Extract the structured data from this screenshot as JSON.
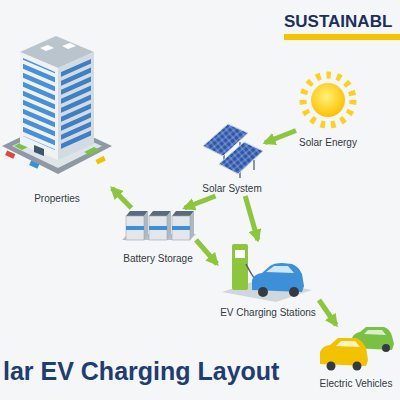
{
  "diagram": {
    "title": "lar EV Charging Layout",
    "nodes": [
      {
        "text": [
          "Solar Energy"
        ]
      },
      {
        "text": [
          "Solar System"
        ]
      },
      {
        "text": [
          "Properties"
        ]
      },
      {
        "text": [
          "Battery Storage"
        ]
      },
      {
        "text": [
          "EV Charging Stations"
        ]
      },
      {
        "text": [
          "Electric Vehicles"
        ]
      }
    ],
    "edges": [
      {
        "from": 0,
        "to": 1,
        "arrow": "to"
      },
      {
        "from": 1,
        "to": 3,
        "arrow": "to"
      },
      {
        "from": 3,
        "to": 2,
        "arrow": "to"
      },
      {
        "from": 1,
        "to": 4,
        "arrow": "to"
      },
      {
        "from": 3,
        "to": 4,
        "arrow": "to"
      },
      {
        "from": 4,
        "to": 5,
        "arrow": "to"
      }
    ],
    "labels": [
      "SUSTAINABL"
    ]
  }
}
